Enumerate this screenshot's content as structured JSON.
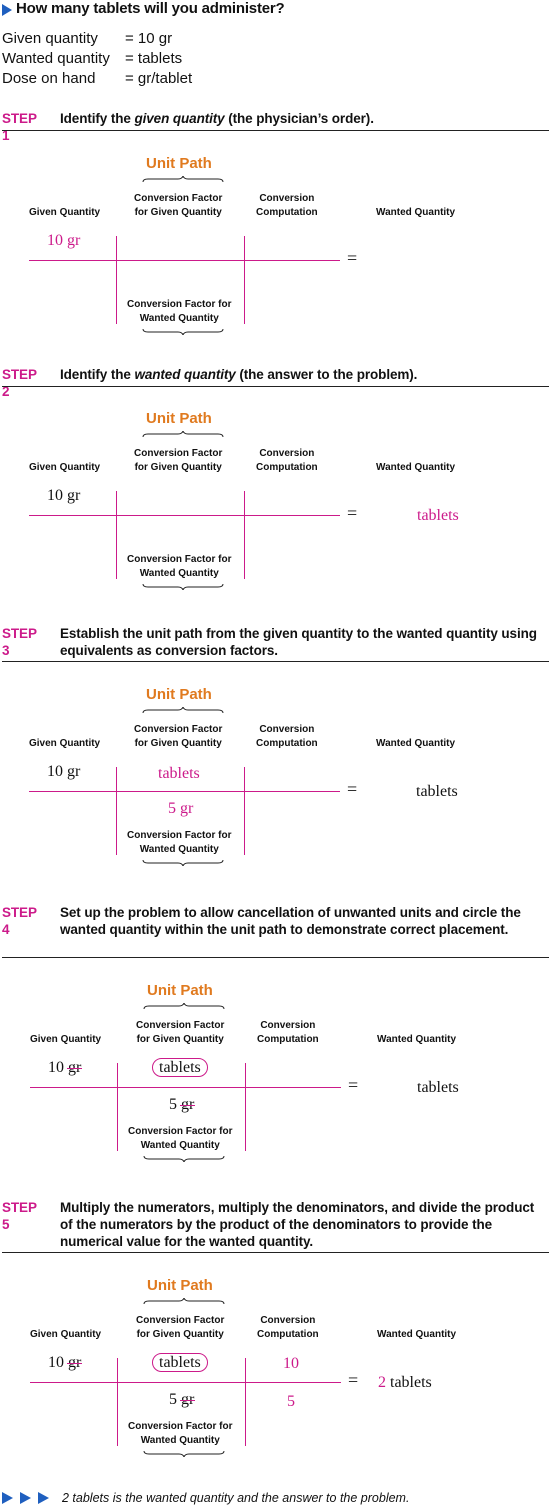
{
  "header": {
    "question": "How many tablets will you administer?",
    "rows": [
      {
        "label": "Given quantity",
        "value": "= 10 gr"
      },
      {
        "label": "Wanted quantity",
        "value": "= tablets"
      },
      {
        "label": "Dose on hand",
        "value": "= gr/tablet"
      }
    ]
  },
  "labels": {
    "unit_path": "Unit Path",
    "cf_given_1": "Conversion Factor",
    "cf_given_2": "for Given Quantity",
    "conv_comp_1": "Conversion",
    "conv_comp_2": "Computation",
    "given_quantity": "Given Quantity",
    "wanted_quantity": "Wanted Quantity",
    "cf_wanted_1": "Conversion Factor for",
    "cf_wanted_2": "Wanted Quantity",
    "equals": "="
  },
  "steps": [
    {
      "num": "STEP 1",
      "text_pre": "Identify the ",
      "text_em": "given quantity",
      "text_post": " (the physician’s order).",
      "given_num": "10",
      "given_unit": "gr",
      "cf_num": "",
      "cf_den": "",
      "comp_num": "",
      "comp_den": "",
      "answer_num": "",
      "answer_unit": ""
    },
    {
      "num": "STEP 2",
      "text_pre": "Identify the ",
      "text_em": "wanted quantity",
      "text_post": " (the answer to the problem).",
      "given_num": "10",
      "given_unit": "gr",
      "answer_num": "",
      "answer_unit": "tablets"
    },
    {
      "num": "STEP 3",
      "text": "Establish the unit path from the given quantity to the wanted quantity using equivalents as conversion factors.",
      "given_num": "10",
      "given_unit": "gr",
      "cf_num": "tablets",
      "cf_den": "5 gr",
      "answer_unit": "tablets"
    },
    {
      "num": "STEP 4",
      "text": "Set up the problem to allow cancellation of unwanted units and circle the wanted quantity within the unit path to demonstrate correct placement.",
      "given_num": "10",
      "given_unit": "gr",
      "cf_num": "tablets",
      "cf_den_num": "5",
      "cf_den_unit": "gr",
      "answer_unit": "tablets"
    },
    {
      "num": "STEP 5",
      "text": "Multiply the numerators, multiply the denominators, and divide the product of the numerators by the product of the denominators to provide the numerical value for the wanted quantity.",
      "given_num": "10",
      "given_unit": "gr",
      "cf_num": "tablets",
      "cf_den_num": "5",
      "cf_den_unit": "gr",
      "comp_num": "10",
      "comp_den": "5",
      "answer_num": "2",
      "answer_unit": "tablets"
    }
  ],
  "final": {
    "text": "2 tablets is the wanted quantity and the answer to the problem."
  },
  "colors": {
    "accent_pink": "#cc1a8a",
    "accent_orange": "#e07a1f",
    "accent_blue": "#1f5fbf"
  }
}
